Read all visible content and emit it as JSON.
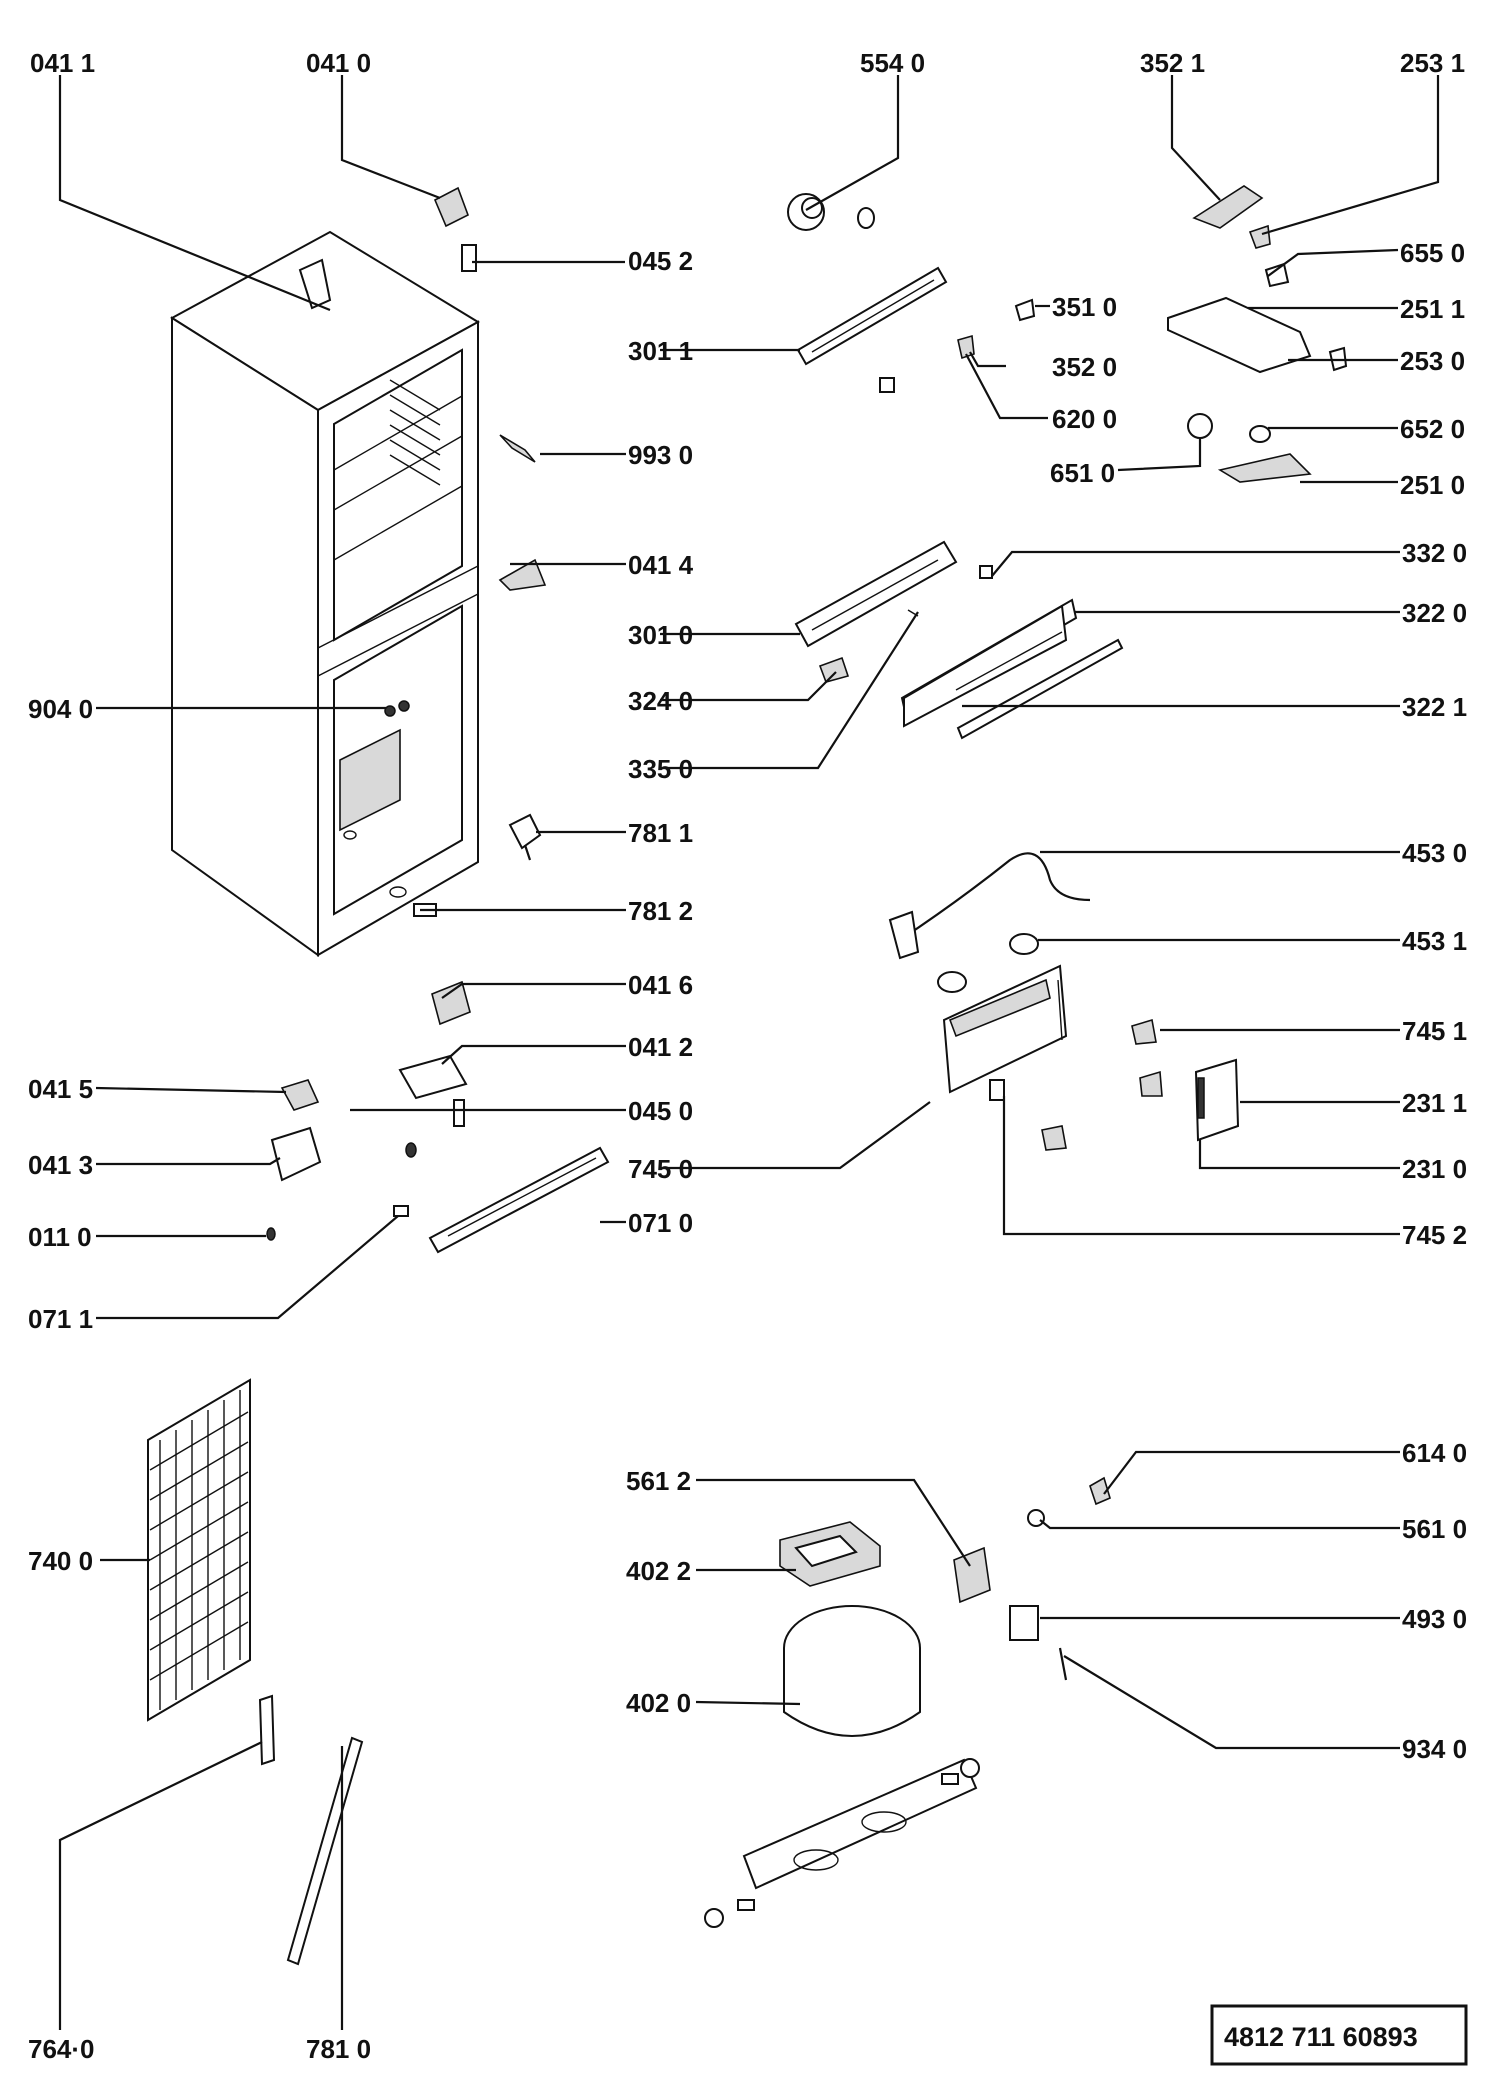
{
  "diagram": {
    "reference_number": "4812 711 60893",
    "part_labels": {
      "p0411": "041 1",
      "p0410": "041 0",
      "p5540": "554 0",
      "p3521": "352 1",
      "p2531": "253 1",
      "p0452": "045 2",
      "p6550": "655 0",
      "p3510": "351 0",
      "p2511": "251 1",
      "p3011": "301 1",
      "p3520": "352 0",
      "p2530": "253 0",
      "p6200": "620 0",
      "p6520": "652 0",
      "p9930": "993 0",
      "p6510": "651 0",
      "p2510": "251 0",
      "p3320": "332 0",
      "p0414": "041 4",
      "p3010": "301 0",
      "p3220": "322 0",
      "p9040": "904 0",
      "p3240": "324 0",
      "p3221": "322 1",
      "p3350": "335 0",
      "p7811": "781 1",
      "p4530": "453 0",
      "p7812": "781 2",
      "p4531": "453 1",
      "p0416": "041 6",
      "p7451": "745 1",
      "p0412": "041 2",
      "p0415": "041 5",
      "p0450": "045 0",
      "p2311": "231 1",
      "p0413": "041 3",
      "p7450": "745 0",
      "p2310": "231 0",
      "p0110": "011 0",
      "p0710": "071 0",
      "p7452": "745 2",
      "p0711": "071 1",
      "p6140": "614 0",
      "p5612": "561 2",
      "p5610": "561 0",
      "p4022": "402 2",
      "p4930": "493 0",
      "p7400": "740 0",
      "p4020": "402 0",
      "p9340": "934 0",
      "p7640": "764·0",
      "p7810": "781 0"
    }
  }
}
